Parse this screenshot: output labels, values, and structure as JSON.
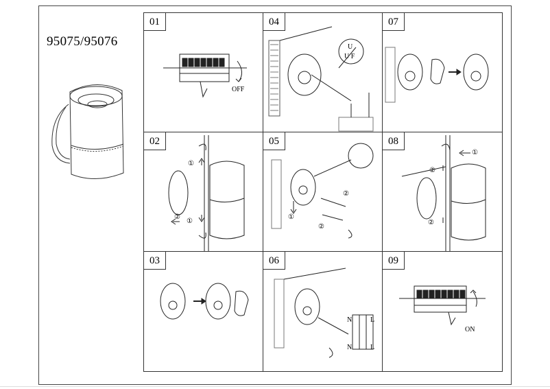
{
  "model_number": "95075/95076",
  "steps": [
    {
      "number": "01",
      "label": "OFF"
    },
    {
      "number": "02"
    },
    {
      "number": "03"
    },
    {
      "number": "04"
    },
    {
      "number": "05"
    },
    {
      "number": "06"
    },
    {
      "number": "07"
    },
    {
      "number": "08"
    },
    {
      "number": "09",
      "label": "ON"
    }
  ],
  "annotations": {
    "step04_icon_top": "U",
    "step04_icon_bottom": "U F",
    "step06_n": "N",
    "step06_l": "L",
    "circled_1": "①",
    "circled_2": "②"
  }
}
